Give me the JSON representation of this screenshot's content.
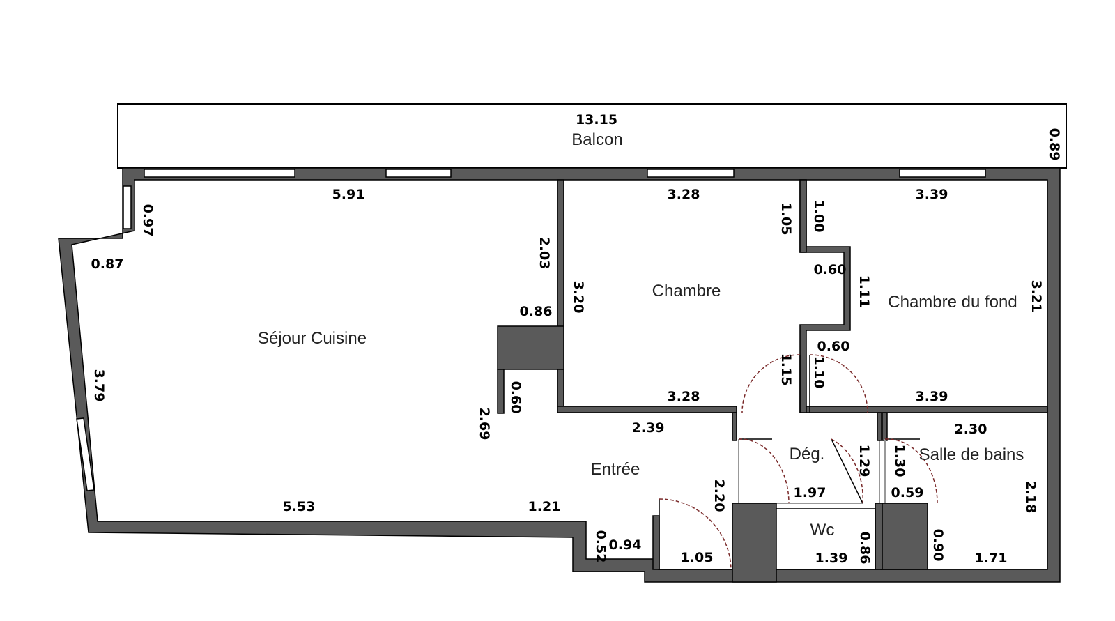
{
  "plan": {
    "rooms": {
      "balcon": "Balcon",
      "sejour": "Séjour Cuisine",
      "chambre": "Chambre",
      "chambre_fond": "Chambre du fond",
      "entree": "Entrée",
      "deg": "Dég.",
      "salle_bains": "Salle de bains",
      "wc": "Wc"
    },
    "dimensions": {
      "balcon_width": "13.15",
      "balcon_depth": "0.89",
      "sejour_top": "5.91",
      "sejour_nook": "0.97",
      "sejour_nook_w": "0.87",
      "sejour_left": "3.79",
      "sejour_right_top": "2.03",
      "sejour_pillar": "0.86",
      "sejour_pillar_gap": "0.60",
      "sejour_right": "2.69",
      "sejour_bottom": "5.53",
      "entree_bottom": "1.21",
      "entree_top": "2.39",
      "entree_step": "0.52",
      "entree_step_w": "0.94",
      "entree_door": "1.05",
      "entree_right": "2.20",
      "chambre_top": "3.28",
      "chambre_left": "3.20",
      "chambre_bottom": "3.28",
      "chambre_right_top": "1.05",
      "chambre_right_bottom": "1.15",
      "fond_top": "3.39",
      "fond_left_top": "1.00",
      "fond_step_top": "0.60",
      "fond_step": "1.11",
      "fond_step_bottom": "0.60",
      "fond_left_bottom": "1.10",
      "fond_right": "3.21",
      "fond_bottom": "3.39",
      "deg_right": "1.29",
      "deg_bottom": "1.97",
      "sdb_top": "2.30",
      "sdb_left": "1.30",
      "sdb_right": "2.18",
      "sdb_bottom_left": "0.59",
      "sdb_lower_left": "0.90",
      "sdb_bottom": "1.71",
      "wc_right": "0.86",
      "wc_bottom": "1.39"
    }
  }
}
